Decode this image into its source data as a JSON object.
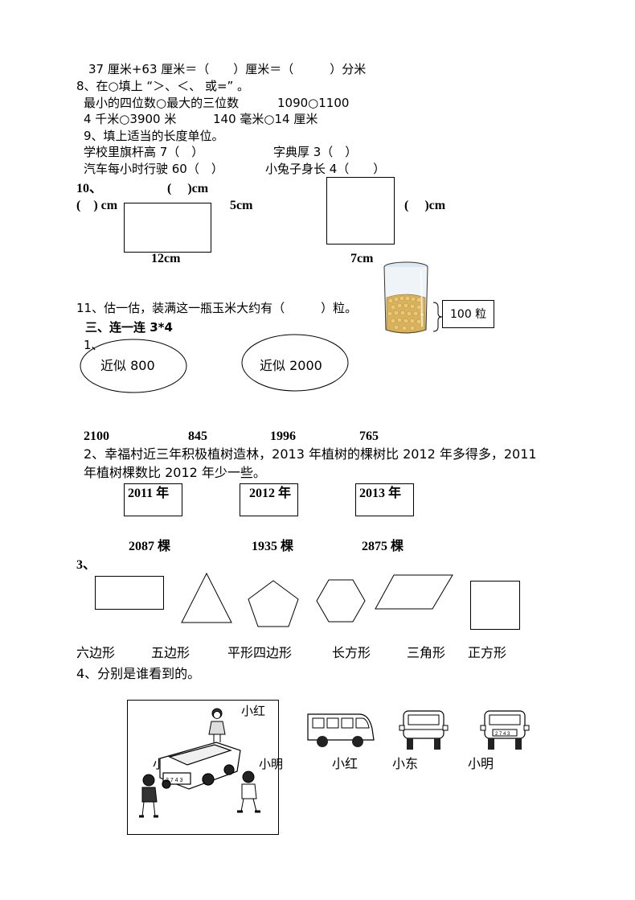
{
  "section_a": {
    "line1": "37 厘米+63 厘米＝（　　）厘米＝（　　　）分米",
    "q8_title": "8、在○填上 “＞、＜、 或=” 。",
    "q8_a": "最小的四位数○最大的三位数",
    "q8_b": "1090○1100",
    "q8_c": "4 千米○3900 米",
    "q8_d": "140 毫米○14 厘米",
    "q9_title": "9、填上适当的长度单位。",
    "q9_a": "学校里旗杆高 7（　）",
    "q9_b": "字典厚 3（　）",
    "q9_c": "汽车每小时行驶 60（　）",
    "q9_d": "小兔子身长 4（　　）"
  },
  "q10": {
    "num": "10、",
    "top_blank": "(　 )cm",
    "left_blank": "(　) cm",
    "rect_right": "5cm",
    "rect_bottom": "12cm",
    "square_blank": "(　 )cm",
    "square_bottom": "7cm"
  },
  "q11": {
    "text": "11、估一估，装满这一瓶玉米大约有（　　　）粒。",
    "callout": "100 粒"
  },
  "section3": {
    "heading": "三、连一连 3*4",
    "p1_num": "1、",
    "oval1": "近似 800",
    "oval2": "近似 2000",
    "numbers": [
      "2100",
      "845",
      "1996",
      "765"
    ],
    "p2_line1": "2、幸福村近三年积极植树造林，2013 年植树的棵树比 2012 年多得多，2011",
    "p2_line2": "年植树棵数比 2012 年少一些。",
    "years": [
      "2011 年",
      "2012 年",
      "2013 年"
    ],
    "trees": [
      "2087 棵",
      "1935 棵",
      "2875 棵"
    ],
    "p3_num": "3、",
    "shape_names": [
      "六边形",
      "五边形",
      "平形四边形",
      "长方形",
      "三角形",
      "正方形"
    ],
    "p4_title": "4、分别是谁看到的。",
    "scene_labels": [
      "小红",
      "小东",
      "小明"
    ],
    "view_labels": [
      "小红",
      "小东",
      "小明"
    ],
    "plate": "2743"
  }
}
